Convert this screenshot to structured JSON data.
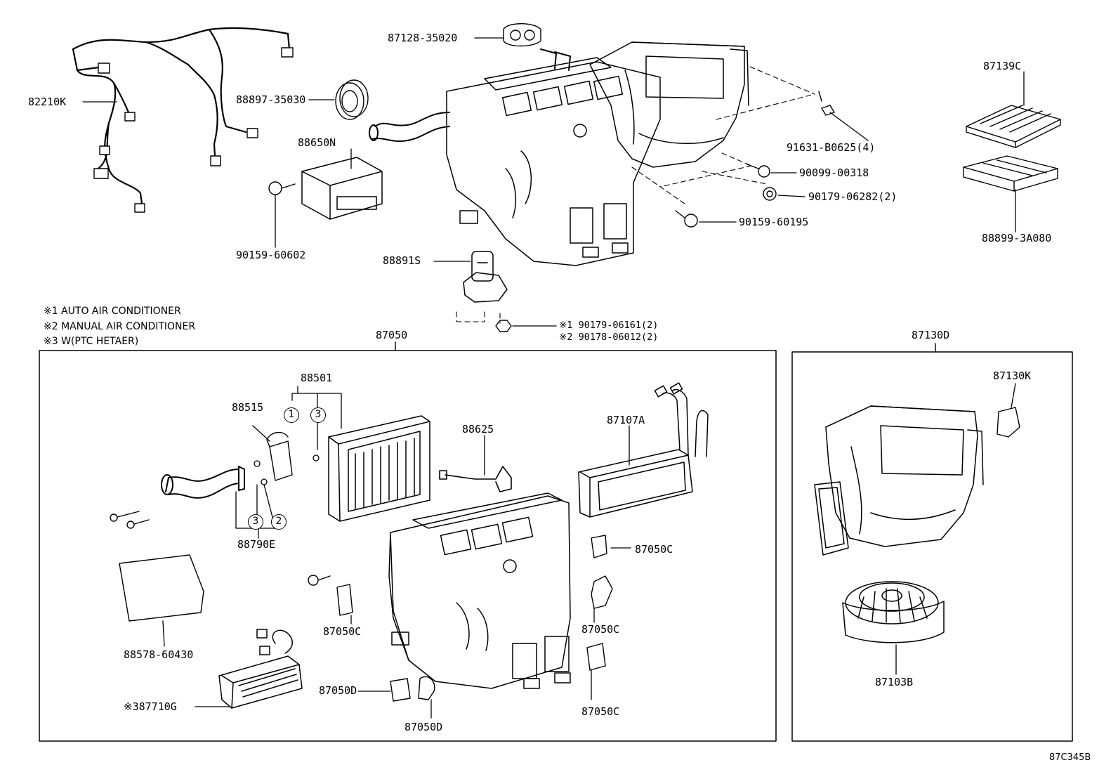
{
  "labels": {
    "p82210K": "82210K",
    "p87128_35020": "87128-35020",
    "p88897_35030": "88897-35030",
    "p88650N": "88650N",
    "p90159_60602": "90159-60602",
    "p88891S": "88891S",
    "p91631_B0625": "91631-B0625(4)",
    "p90099_00318": "90099-00318",
    "p90179_06282": "90179-06282(2)",
    "p90159_60195": "90159-60195",
    "p87139C": "87139C",
    "p88899_3A080": "88899-3A080",
    "p90179_06161": "※1 90179-06161(2)",
    "p90178_06012": "※2 90178-06012(2)",
    "p87050": "87050",
    "p87130D": "87130D",
    "p88501": "88501",
    "p88515": "88515",
    "p88625": "88625",
    "p87107A": "87107A",
    "p87130K": "87130K",
    "p88790E": "88790E",
    "p87050C_a": "87050C",
    "p87050C_b": "87050C",
    "p87050C_c": "87050C",
    "p87050C_d": "87050C",
    "p87050D_a": "87050D",
    "p87050D_b": "87050D",
    "p88578_60430": "88578-60430",
    "p87710G": "※387710G",
    "p87103B": "87103B"
  },
  "notes": {
    "n1": "※1 AUTO AIR CONDITIONER",
    "n2": "※2 MANUAL AIR CONDITIONER",
    "n3": "※3 W(PTC HETAER)"
  },
  "circles": {
    "c1": "1",
    "c3a": "3",
    "c3b": "3",
    "c2": "2"
  },
  "figure_code": "87C345B"
}
